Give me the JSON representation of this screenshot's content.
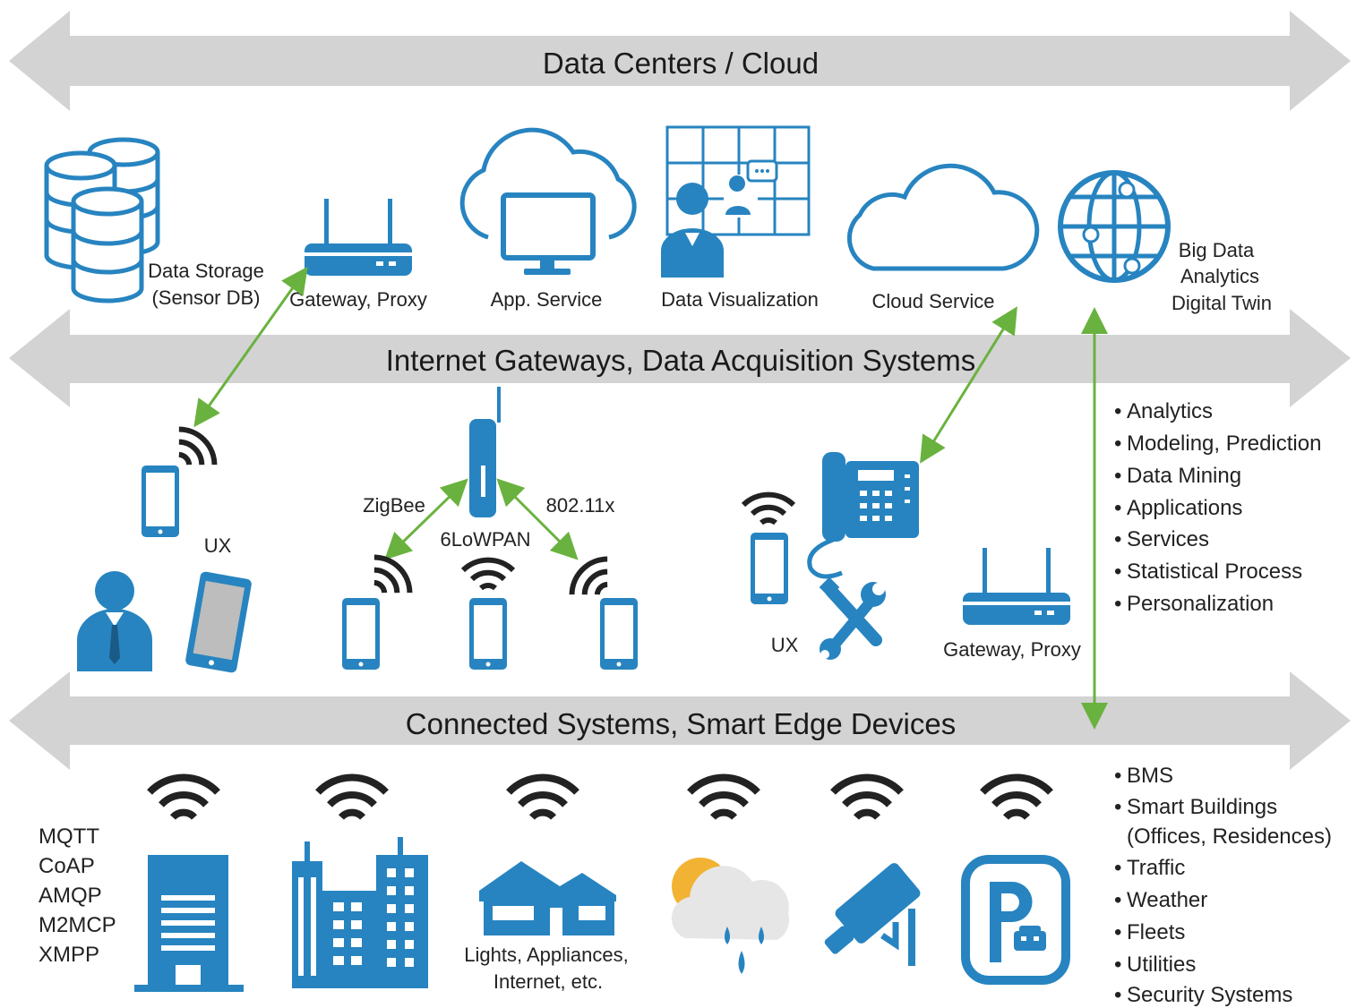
{
  "bands": {
    "cloud": "Data Centers / Cloud",
    "gateways": "Internet Gateways, Data Acquisition Systems",
    "edge": "Connected Systems, Smart Edge Devices"
  },
  "cloud_row": {
    "data_storage_line1": "Data Storage",
    "data_storage_line2": "(Sensor DB)",
    "gateway_proxy": "Gateway, Proxy",
    "app_service": "App. Service",
    "data_visualization": "Data Visualization",
    "cloud_service": "Cloud Service",
    "big_data_line1": "Big Data",
    "big_data_line2": "Analytics",
    "big_data_line3": "Digital Twin"
  },
  "middle_row": {
    "ux_left": "UX",
    "zigbee": "ZigBee",
    "wifi_std": "802.11x",
    "sixlowpan": "6LoWPAN",
    "ux_right": "UX",
    "gateway_proxy": "Gateway, Proxy"
  },
  "analytics_list": [
    "Analytics",
    "Modeling, Prediction",
    "Data Mining",
    "Applications",
    "Services",
    "Statistical Process",
    "Personalization"
  ],
  "protocols": [
    "MQTT",
    "CoAP",
    "AMQP",
    "M2MCP",
    "XMPP"
  ],
  "edge_row": {
    "lights_line1": "Lights, Appliances,",
    "lights_line2": "Internet, etc."
  },
  "systems_list": [
    "BMS",
    "Smart Buildings",
    "(Offices, Residences)",
    "Traffic",
    "Weather",
    "Fleets",
    "Utilities",
    "Security Systems"
  ],
  "colors": {
    "accent_blue": "#2784c0",
    "band_gray": "#d3d3d3",
    "arrow_green": "#6ab23f"
  }
}
